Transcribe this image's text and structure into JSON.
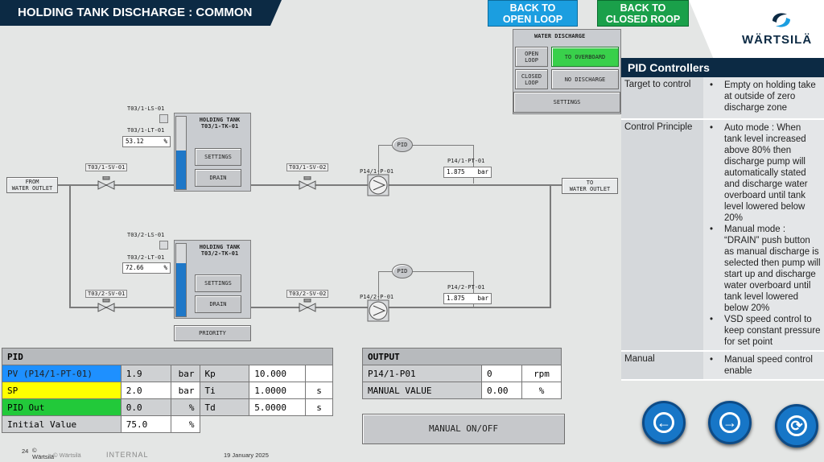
{
  "header": {
    "title": "HOLDING TANK DISCHARGE : COMMON"
  },
  "top_buttons": {
    "open_loop": "BACK TO\nOPEN LOOP",
    "closed_loop": "BACK TO\nCLOSED ROOP"
  },
  "logo": {
    "text": "WÄRTSILÄ"
  },
  "water_discharge": {
    "title": "WATER DISCHARGE",
    "open_loop": "OPEN\nLOOP",
    "to_overboard": "TO OVERBOARD",
    "closed_loop": "CLOSED\nLOOP",
    "no_discharge": "NO DISCHARGE",
    "settings": "SETTINGS"
  },
  "tank1": {
    "ls_tag": "T03/1-LS-01",
    "lt_tag": "T03/1-LT-01",
    "lt_value": "53.12",
    "lt_unit": "%",
    "title": "HOLDING TANK\nT03/1-TK-01",
    "settings": "SETTINGS",
    "drain": "DRAIN",
    "level": 0.53,
    "sv1": "T03/1-SV-01",
    "sv2": "T03/1-SV-02",
    "pump": "P14/1-P-01",
    "pid": "PID",
    "pt_tag": "P14/1-PT-01",
    "pt_value": "1.875",
    "pt_unit": "bar"
  },
  "tank2": {
    "ls_tag": "T03/2-LS-01",
    "lt_tag": "T03/2-LT-01",
    "lt_value": "72.66",
    "lt_unit": "%",
    "title": "HOLDING TANK\nT03/2-TK-01",
    "settings": "SETTINGS",
    "drain": "DRAIN",
    "level": 0.73,
    "sv1": "T03/2-SV-01",
    "sv2": "T03/2-SV-02",
    "pump": "P14/2-P-01",
    "pid": "PID",
    "pt_tag": "P14/2-PT-01",
    "pt_value": "1.875",
    "pt_unit": "bar"
  },
  "from_water_outlet": "FROM\nWATER OUTLET",
  "to_water_outlet": "TO\nWATER OUTLET",
  "priority": "PRIORITY",
  "pid_table": {
    "title": "PID",
    "rows": [
      {
        "label": "PV (P14/1-PT-01)",
        "value": "1.9",
        "unit": "bar",
        "param": "Kp",
        "pvalue": "10.000",
        "punit": ""
      },
      {
        "label": "SP",
        "value": "2.0",
        "unit": "bar",
        "param": "Ti",
        "pvalue": "1.0000",
        "punit": "s"
      },
      {
        "label": "PID Out",
        "value": "0.0",
        "unit": "%",
        "param": "Td",
        "pvalue": "5.0000",
        "punit": "s"
      },
      {
        "label": "Initial Value",
        "value": "75.0",
        "unit": "%"
      }
    ]
  },
  "output_table": {
    "title": "OUTPUT",
    "rows": [
      {
        "label": "P14/1-P01",
        "value": "0",
        "unit": "rpm"
      },
      {
        "label": "MANUAL VALUE",
        "value": "0.00",
        "unit": "%"
      }
    ]
  },
  "manual_button": "MANUAL ON/OFF",
  "pid_panel": {
    "title": "PID Controllers",
    "rows": [
      {
        "label": "Target to control",
        "bullets": [
          "Empty on holding take at outside of zero discharge zone"
        ]
      },
      {
        "label": "Control Principle",
        "bullets": [
          "Auto mode : When tank level increased above 80% then discharge pump will automatically stated and discharge water overboard until tank level lowered below 20%",
          "Manual mode : “DRAIN” push button as manual discharge is selected then pump will start up and discharge water overboard until tank level lowered below 20%",
          "VSD speed control to keep constant pressure for set point"
        ]
      },
      {
        "label": "Manual",
        "bullets": [
          "Manual speed control enable"
        ]
      }
    ]
  },
  "nav": {
    "back": "←",
    "forward": "→",
    "refresh": "⟳"
  },
  "footer": {
    "page": "24",
    "copyright": "©\nWärtsilä",
    "company": "© Wärtsilä",
    "classification": "INTERNAL",
    "date": "19 January 2025"
  },
  "colors": {
    "pv": "#1e90ff",
    "sp": "#ffff00",
    "pid_out": "#22c93a",
    "header_navy": "#0c2a44",
    "tank_fill": "#1f78c8"
  }
}
